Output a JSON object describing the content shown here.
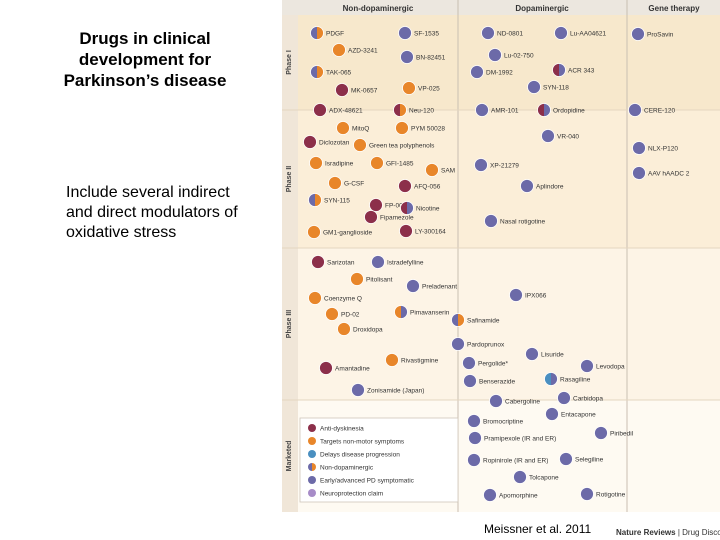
{
  "slide": {
    "title": "Drugs in clinical development for Parkinson’s disease",
    "body": "Include several indirect and direct modulators of oxidative stress",
    "citation": "Meissner et al. 2011"
  },
  "figure": {
    "columns": [
      "Non-dopaminergic",
      "Dopaminergic",
      "Gene therapy"
    ],
    "phases": [
      "Phase I",
      "Phase II",
      "Phase III",
      "Marketed"
    ],
    "colors": {
      "anti_dyskinesia": "#8c2f4a",
      "non_motor": "#e8862a",
      "disease_progression": "#4a8fc0",
      "early_advanced": "#6c6aa8",
      "neuroprotection": "#a78cc8",
      "phase1_bg": "#f7e8cc",
      "phase2_bg": "#fbeed8",
      "phase3_bg": "#fdf4e6",
      "marketed_bg": "#fefaf2",
      "header_bg": "#ece7df"
    },
    "legend": [
      {
        "label": "Anti-dyskinesia",
        "color": "anti_dyskinesia"
      },
      {
        "label": "Targets non-motor symptoms",
        "color": "non_motor"
      },
      {
        "label": "Delays disease progression",
        "color": "disease_progression"
      },
      {
        "label": "Non-dopaminergic",
        "color": "early_advanced"
      },
      {
        "label": "Early/advanced PD symptomatic",
        "color": "early_advanced"
      },
      {
        "label": "Neuroprotection claim",
        "color": "neuroprotection"
      }
    ],
    "drugs": [
      {
        "name": "PDGF",
        "c": [
          "early_advanced",
          "non_motor"
        ]
      },
      {
        "name": "SF-1535",
        "c": [
          "early_advanced"
        ]
      },
      {
        "name": "AZD-3241",
        "c": [
          "non_motor"
        ]
      },
      {
        "name": "BN-82451",
        "c": [
          "early_advanced"
        ]
      },
      {
        "name": "TAK-065",
        "c": [
          "early_advanced",
          "non_motor"
        ]
      },
      {
        "name": "VP-025",
        "c": [
          "non_motor"
        ]
      },
      {
        "name": "MK-0657",
        "c": [
          "anti_dyskinesia"
        ]
      },
      {
        "name": "ADX-48621",
        "c": [
          "anti_dyskinesia"
        ]
      },
      {
        "name": "Neu-120",
        "c": [
          "anti_dyskinesia",
          "non_motor"
        ]
      },
      {
        "name": "MitoQ",
        "c": [
          "non_motor"
        ]
      },
      {
        "name": "PYM 50028",
        "c": [
          "non_motor"
        ]
      },
      {
        "name": "Diclozotan",
        "c": [
          "anti_dyskinesia"
        ]
      },
      {
        "name": "Green tea polyphenols",
        "c": [
          "non_motor"
        ]
      },
      {
        "name": "Isradipine",
        "c": [
          "non_motor"
        ]
      },
      {
        "name": "GFI-1485",
        "c": [
          "non_motor"
        ]
      },
      {
        "name": "SAM",
        "c": [
          "non_motor"
        ]
      },
      {
        "name": "G-CSF",
        "c": [
          "non_motor"
        ]
      },
      {
        "name": "AFQ-056",
        "c": [
          "anti_dyskinesia"
        ]
      },
      {
        "name": "SYN-115",
        "c": [
          "early_advanced",
          "non_motor"
        ]
      },
      {
        "name": "FP-0011",
        "c": [
          "anti_dyskinesia"
        ]
      },
      {
        "name": "Nicotine",
        "c": [
          "anti_dyskinesia",
          "early_advanced"
        ]
      },
      {
        "name": "Fipamezole",
        "c": [
          "anti_dyskinesia"
        ]
      },
      {
        "name": "GM1-ganglioside",
        "c": [
          "non_motor"
        ]
      },
      {
        "name": "LY-300164",
        "c": [
          "anti_dyskinesia"
        ]
      },
      {
        "name": "Sarizotan",
        "c": [
          "anti_dyskinesia"
        ]
      },
      {
        "name": "Istradefylline",
        "c": [
          "early_advanced"
        ]
      },
      {
        "name": "Pitolisant",
        "c": [
          "non_motor"
        ]
      },
      {
        "name": "Preladenant",
        "c": [
          "early_advanced"
        ]
      },
      {
        "name": "Coenzyme Q",
        "c": [
          "non_motor"
        ]
      },
      {
        "name": "Pimavanserin",
        "c": [
          "non_motor",
          "early_advanced"
        ]
      },
      {
        "name": "PD-02",
        "c": [
          "non_motor"
        ]
      },
      {
        "name": "Droxidopa",
        "c": [
          "non_motor"
        ]
      },
      {
        "name": "Rivastigmine",
        "c": [
          "non_motor"
        ]
      },
      {
        "name": "Amantadine",
        "c": [
          "anti_dyskinesia"
        ]
      },
      {
        "name": "Zonisamide (Japan)",
        "c": [
          "early_advanced"
        ]
      },
      {
        "name": "ND-0801",
        "c": [
          "early_advanced"
        ]
      },
      {
        "name": "Lu-AA04621",
        "c": [
          "early_advanced"
        ]
      },
      {
        "name": "Lu-02-750",
        "c": [
          "early_advanced"
        ]
      },
      {
        "name": "DM-1992",
        "c": [
          "early_advanced"
        ]
      },
      {
        "name": "ACR 343",
        "c": [
          "anti_dyskinesia",
          "early_advanced"
        ]
      },
      {
        "name": "SYN-118",
        "c": [
          "early_advanced"
        ]
      },
      {
        "name": "AMR-101",
        "c": [
          "early_advanced"
        ]
      },
      {
        "name": "Ordopidine",
        "c": [
          "anti_dyskinesia",
          "early_advanced"
        ]
      },
      {
        "name": "VR-040",
        "c": [
          "early_advanced"
        ]
      },
      {
        "name": "XP-21279",
        "c": [
          "early_advanced"
        ]
      },
      {
        "name": "Aplindore",
        "c": [
          "early_advanced"
        ]
      },
      {
        "name": "Nasal rotigotine",
        "c": [
          "early_advanced"
        ]
      },
      {
        "name": "IPX066",
        "c": [
          "early_advanced"
        ]
      },
      {
        "name": "Safinamide",
        "c": [
          "early_advanced",
          "non_motor"
        ]
      },
      {
        "name": "Pardoprunox",
        "c": [
          "early_advanced"
        ]
      },
      {
        "name": "Lisuride",
        "c": [
          "early_advanced"
        ]
      },
      {
        "name": "Pergolide*",
        "c": [
          "early_advanced"
        ]
      },
      {
        "name": "Levodopa",
        "c": [
          "early_advanced"
        ]
      },
      {
        "name": "Benserazide",
        "c": [
          "early_advanced"
        ]
      },
      {
        "name": "Rasagiline",
        "c": [
          "disease_progression",
          "early_advanced"
        ]
      },
      {
        "name": "Carbidopa",
        "c": [
          "early_advanced"
        ]
      },
      {
        "name": "Cabergoline",
        "c": [
          "early_advanced"
        ]
      },
      {
        "name": "Entacapone",
        "c": [
          "early_advanced"
        ]
      },
      {
        "name": "Bromocriptine",
        "c": [
          "early_advanced"
        ]
      },
      {
        "name": "Piribedil",
        "c": [
          "early_advanced"
        ]
      },
      {
        "name": "Pramipexole (IR and ER)",
        "c": [
          "early_advanced"
        ]
      },
      {
        "name": "Ropinirole (IR and ER)",
        "c": [
          "early_advanced"
        ]
      },
      {
        "name": "Selegiline",
        "c": [
          "early_advanced"
        ]
      },
      {
        "name": "Tolcapone",
        "c": [
          "early_advanced"
        ]
      },
      {
        "name": "Apomorphine",
        "c": [
          "early_advanced"
        ]
      },
      {
        "name": "Rotigotine",
        "c": [
          "early_advanced"
        ]
      },
      {
        "name": "ProSavin",
        "c": [
          "early_advanced"
        ]
      },
      {
        "name": "CERE-120",
        "c": [
          "early_advanced"
        ]
      },
      {
        "name": "NLX-P120",
        "c": [
          "early_advanced"
        ]
      },
      {
        "name": "AAV hAADC 2",
        "c": [
          "early_advanced"
        ]
      }
    ],
    "journal": "Nature Reviews",
    "journal_section": "Drug Discovery"
  }
}
